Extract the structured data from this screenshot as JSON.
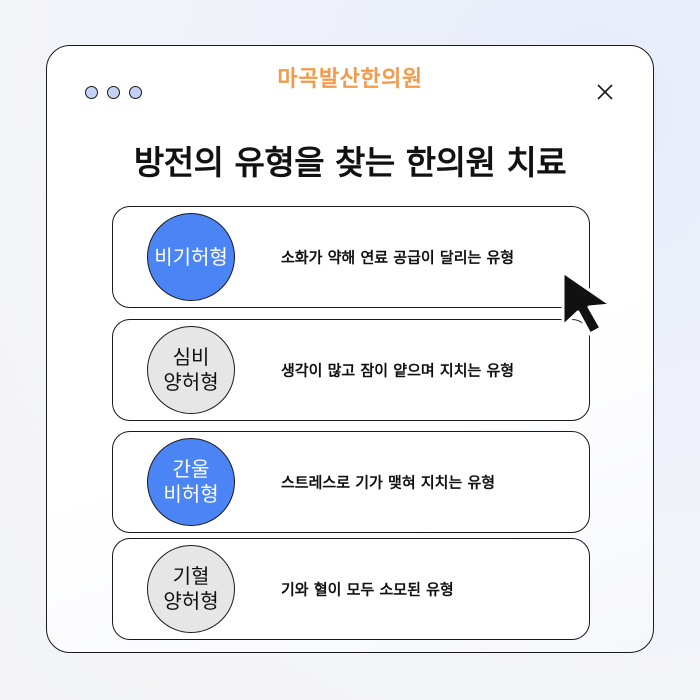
{
  "window": {
    "brand": "마곡발산한의원",
    "title": "방전의 유형을 찾는 한의원 치료"
  },
  "types": [
    {
      "badge": "비기허형",
      "description": "소화가 약해 연료 공급이 달리는 유형",
      "color": "#4b84f5"
    },
    {
      "badge": "심비\n양허형",
      "description": "생각이 많고 잠이 얕으며 지치는 유형",
      "color": "#e6e6e6"
    },
    {
      "badge": "간울\n비허형",
      "description": "스트레스로 기가 맺혀 지치는 유형",
      "color": "#4b84f5"
    },
    {
      "badge": "기혈\n양허형",
      "description": "기와 혈이 모두 소모된 유형",
      "color": "#e6e6e6"
    }
  ],
  "icons": [
    "window-dot-icon",
    "close-icon",
    "mouse-pointer-icon"
  ]
}
